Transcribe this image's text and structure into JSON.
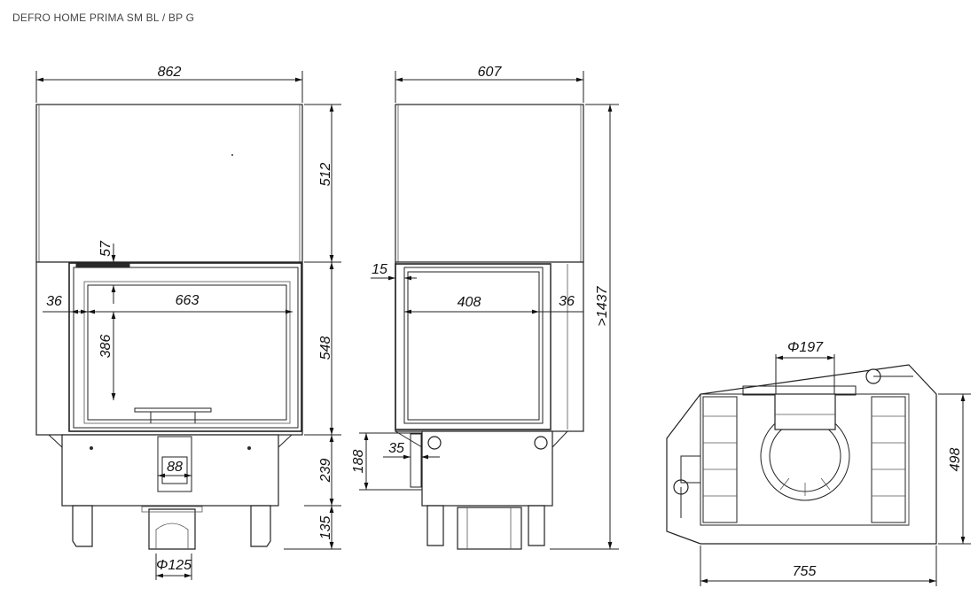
{
  "header": {
    "title": "DEFRO HOME PRIMA SM BL / BP G"
  },
  "dimensions": {
    "front_width": "862",
    "top_height": "512",
    "glass_top_offset": "57",
    "left_frame": "36",
    "glass_width": "663",
    "glass_height": "386",
    "door_height": "548",
    "inlet_width": "88",
    "base_height": "239",
    "leg_height": "135",
    "bottom_flue": "Φ125",
    "side_depth": "607",
    "side_frame_left": "15",
    "side_glass_width": "408",
    "side_frame_right": "36",
    "total_height": ">1437",
    "side_inlet_height": "188",
    "side_inlet_width": "35",
    "top_flue": "Φ197",
    "plan_depth": "498",
    "plan_width": "755"
  }
}
